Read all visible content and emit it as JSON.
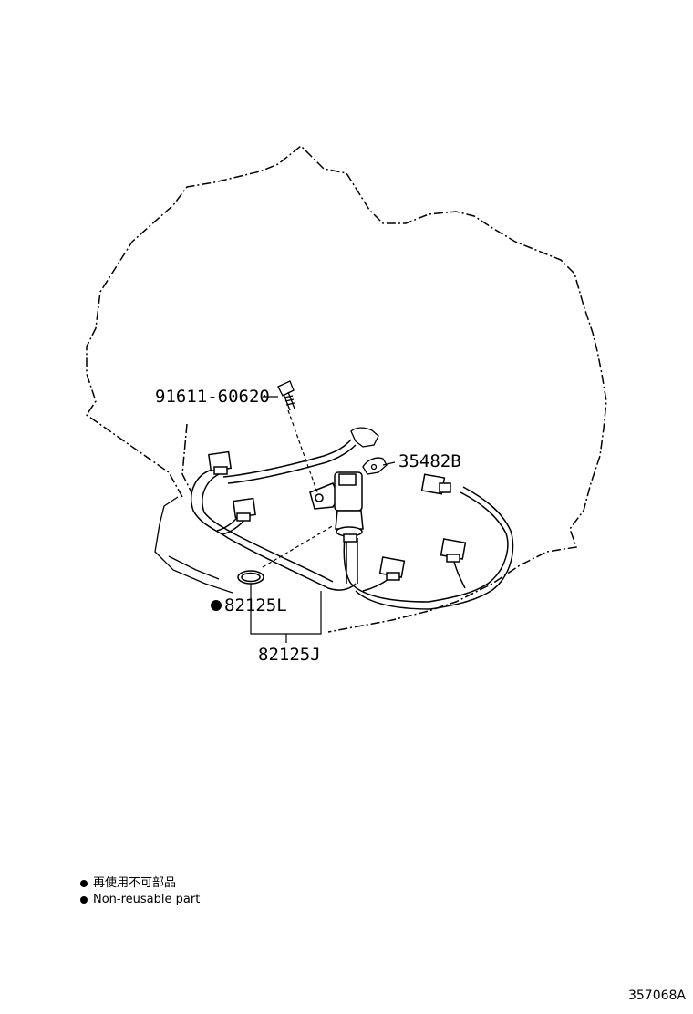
{
  "parts": {
    "bolt": "91611-60620",
    "clamp": "35482B",
    "gasket": "82125L",
    "harness": "82125J"
  },
  "legend": {
    "line1": "再使用不可部品",
    "line2": "Non-reusable part"
  },
  "figure_code": "357068A"
}
